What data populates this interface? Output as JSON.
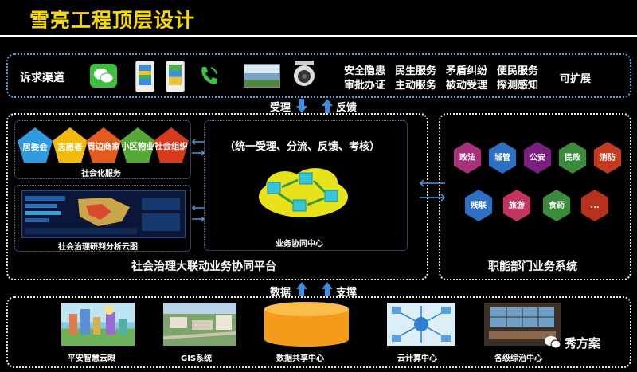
{
  "title": "雪亮工程顶层设计",
  "channel": {
    "label": "诉求渠道",
    "services": [
      "安全隐患",
      "民生服务",
      "矛盾纠纷",
      "便民服务",
      "审批办证",
      "主动服务",
      "被动受理",
      "探测感知"
    ],
    "extensible": "可扩展"
  },
  "flow_top": {
    "accept": "受理",
    "feedback": "反馈"
  },
  "social": {
    "items": [
      "居委会",
      "志愿者",
      "周边商家",
      "小区物业",
      "社会组织"
    ],
    "caption": "社会化服务",
    "cloud_caption": "社会治理研判分析云图"
  },
  "center": {
    "headline": "（统一受理、分流、反馈、考核）",
    "caption": "业务协同中心"
  },
  "platform_label": "社会治理大联动业务协同平台",
  "departments": {
    "items": [
      "政法",
      "城管",
      "公安",
      "民政",
      "消防",
      "残联",
      "旅游",
      "食药",
      "..."
    ],
    "label": "职能部门业务系统"
  },
  "flow_bottom": {
    "data": "数据",
    "support": "支撑"
  },
  "bottom_items": [
    "平安智慧云眼",
    "GIS系统",
    "数据共享中心",
    "云计算中心",
    "各级综治中心"
  ],
  "watermark": "秀方案",
  "colors": {
    "title": "#f5d800",
    "social": [
      "#2e9be0",
      "#f2b90f",
      "#e35b1d",
      "#56a836",
      "#d73a1d"
    ],
    "departments": [
      "#a8327a",
      "#2d6fc2",
      "#7a1f7d",
      "#3c8a3c",
      "#c63a1f",
      "#2d6fc2",
      "#c2355e",
      "#3c8a3c",
      "#b5321c"
    ]
  }
}
